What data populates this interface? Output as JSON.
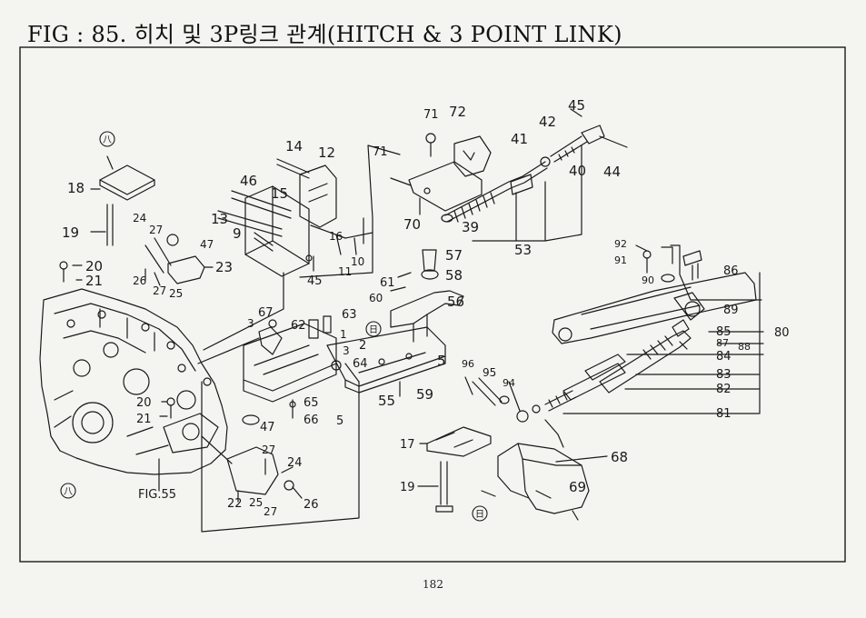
{
  "title": "FIG : 85. 히치 및 3P링크 관계(HITCH & 3 POINT LINK)",
  "page_number": "182",
  "colors": {
    "ink": "#1a1a1a",
    "paper": "#f4f4f1"
  },
  "parts": [
    {
      "id": "p18",
      "text": "18"
    },
    {
      "id": "p19a",
      "text": "19"
    },
    {
      "id": "p20a",
      "text": "20"
    },
    {
      "id": "p21a",
      "text": "21"
    },
    {
      "id": "p24a",
      "text": "24"
    },
    {
      "id": "p27a",
      "text": "27"
    },
    {
      "id": "p47a",
      "text": "47"
    },
    {
      "id": "p23",
      "text": "23"
    },
    {
      "id": "p26a",
      "text": "26"
    },
    {
      "id": "p27b",
      "text": "27"
    },
    {
      "id": "p25a",
      "text": "25"
    },
    {
      "id": "p14",
      "text": "14"
    },
    {
      "id": "p12",
      "text": "12"
    },
    {
      "id": "p46",
      "text": "46"
    },
    {
      "id": "p13",
      "text": "13"
    },
    {
      "id": "p15",
      "text": "15"
    },
    {
      "id": "p9",
      "text": "9"
    },
    {
      "id": "p16",
      "text": "16"
    },
    {
      "id": "p10",
      "text": "10"
    },
    {
      "id": "p11",
      "text": "11"
    },
    {
      "id": "p45a",
      "text": "45"
    },
    {
      "id": "p71a",
      "text": "71"
    },
    {
      "id": "p72",
      "text": "72"
    },
    {
      "id": "p71b",
      "text": "71"
    },
    {
      "id": "p70",
      "text": "70"
    },
    {
      "id": "p39",
      "text": "39"
    },
    {
      "id": "p41",
      "text": "41"
    },
    {
      "id": "p42",
      "text": "42"
    },
    {
      "id": "p45b",
      "text": "45"
    },
    {
      "id": "p40",
      "text": "40"
    },
    {
      "id": "p44",
      "text": "44"
    },
    {
      "id": "p53",
      "text": "53"
    },
    {
      "id": "p57",
      "text": "57"
    },
    {
      "id": "p58",
      "text": "58"
    },
    {
      "id": "p61",
      "text": "61"
    },
    {
      "id": "p60",
      "text": "60"
    },
    {
      "id": "p56",
      "text": "56"
    },
    {
      "id": "p67",
      "text": "67"
    },
    {
      "id": "p3a",
      "text": "3"
    },
    {
      "id": "p62",
      "text": "62"
    },
    {
      "id": "p63",
      "text": "63"
    },
    {
      "id": "p2",
      "text": "2"
    },
    {
      "id": "p1",
      "text": "1"
    },
    {
      "id": "p3b",
      "text": "3"
    },
    {
      "id": "p64",
      "text": "64"
    },
    {
      "id": "p5a",
      "text": "5"
    },
    {
      "id": "p55",
      "text": "55"
    },
    {
      "id": "p59",
      "text": "59"
    },
    {
      "id": "p65",
      "text": "65"
    },
    {
      "id": "p66",
      "text": "66"
    },
    {
      "id": "p5b",
      "text": "5"
    },
    {
      "id": "p20b",
      "text": "20"
    },
    {
      "id": "p21b",
      "text": "21"
    },
    {
      "id": "p47b",
      "text": "47"
    },
    {
      "id": "p27c",
      "text": "27"
    },
    {
      "id": "p24b",
      "text": "24"
    },
    {
      "id": "p22",
      "text": "22"
    },
    {
      "id": "p25b",
      "text": "25"
    },
    {
      "id": "p27d",
      "text": "27"
    },
    {
      "id": "p26b",
      "text": "26"
    },
    {
      "id": "pfig55",
      "text": "FIG.55"
    },
    {
      "id": "p92",
      "text": "92"
    },
    {
      "id": "p91",
      "text": "91"
    },
    {
      "id": "p86",
      "text": "86"
    },
    {
      "id": "p90",
      "text": "90"
    },
    {
      "id": "p89",
      "text": "89"
    },
    {
      "id": "p85",
      "text": "85"
    },
    {
      "id": "p80",
      "text": "80"
    },
    {
      "id": "p87",
      "text": "87"
    },
    {
      "id": "p88",
      "text": "88"
    },
    {
      "id": "p84",
      "text": "84"
    },
    {
      "id": "p83",
      "text": "83"
    },
    {
      "id": "p82",
      "text": "82"
    },
    {
      "id": "p81",
      "text": "81"
    },
    {
      "id": "p96",
      "text": "96"
    },
    {
      "id": "p95",
      "text": "95"
    },
    {
      "id": "p94",
      "text": "94"
    },
    {
      "id": "p17",
      "text": "17"
    },
    {
      "id": "p19b",
      "text": "19"
    },
    {
      "id": "p68",
      "text": "68"
    },
    {
      "id": "p69",
      "text": "69"
    }
  ],
  "markers": [
    {
      "id": "mA1",
      "text": "八"
    },
    {
      "id": "mA2",
      "text": "八"
    },
    {
      "id": "mB1",
      "text": "日"
    },
    {
      "id": "mB2",
      "text": "日"
    }
  ]
}
